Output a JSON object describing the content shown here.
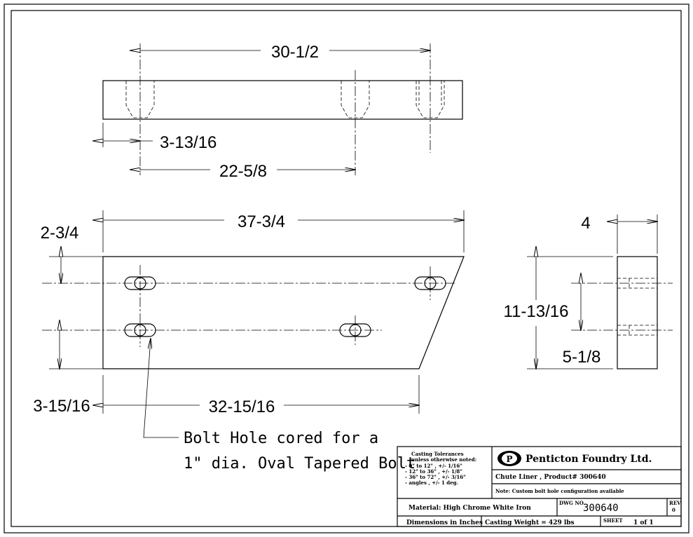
{
  "top_view": {
    "dim_overall_holes": "30-1/2",
    "dim_edge_to_hole": "3-13/16",
    "dim_hole_spacing": "22-5/8"
  },
  "front_view": {
    "dim_top_length": "37-3/4",
    "dim_top_hole_offset": "2-3/4",
    "dim_bottom_hole_offset": "3-15/16",
    "dim_bottom_length": "32-15/16"
  },
  "side_view": {
    "dim_thickness": "4",
    "dim_height": "11-13/16",
    "dim_hole_spacing": "5-1/8"
  },
  "callout": {
    "line1": "Bolt Hole cored for a",
    "line2": "1\" dia. Oval Tapered Bolt"
  },
  "title_block": {
    "tolerances": [
      "Casting Tolerances",
      "unless otherwise noted:",
      "- 0\" to 12\" , +/- 1/16\"",
      "- 12\" to 36\" , +/- 1/8\"",
      "- 36\" to 72\" , +/- 3/16\"",
      "- angles , +/- 1 deg."
    ],
    "company_name": "Penticton Foundry Ltd.",
    "logo_letter": "P",
    "part_title": "Chute Liner , Product# 300640",
    "note": "Note: Custom bolt hole configuration available",
    "material": "Material: High Chrome White Iron",
    "dwg_no_label": "DWG NO.",
    "dwg_no": "300640",
    "rev_label": "REV",
    "rev_value": "0",
    "dimensions_note": "Dimensions in Inches",
    "casting_weight": "Casting Weight = 429 lbs",
    "sheet_label": "SHEET",
    "sheet_value": "1 of 1"
  }
}
